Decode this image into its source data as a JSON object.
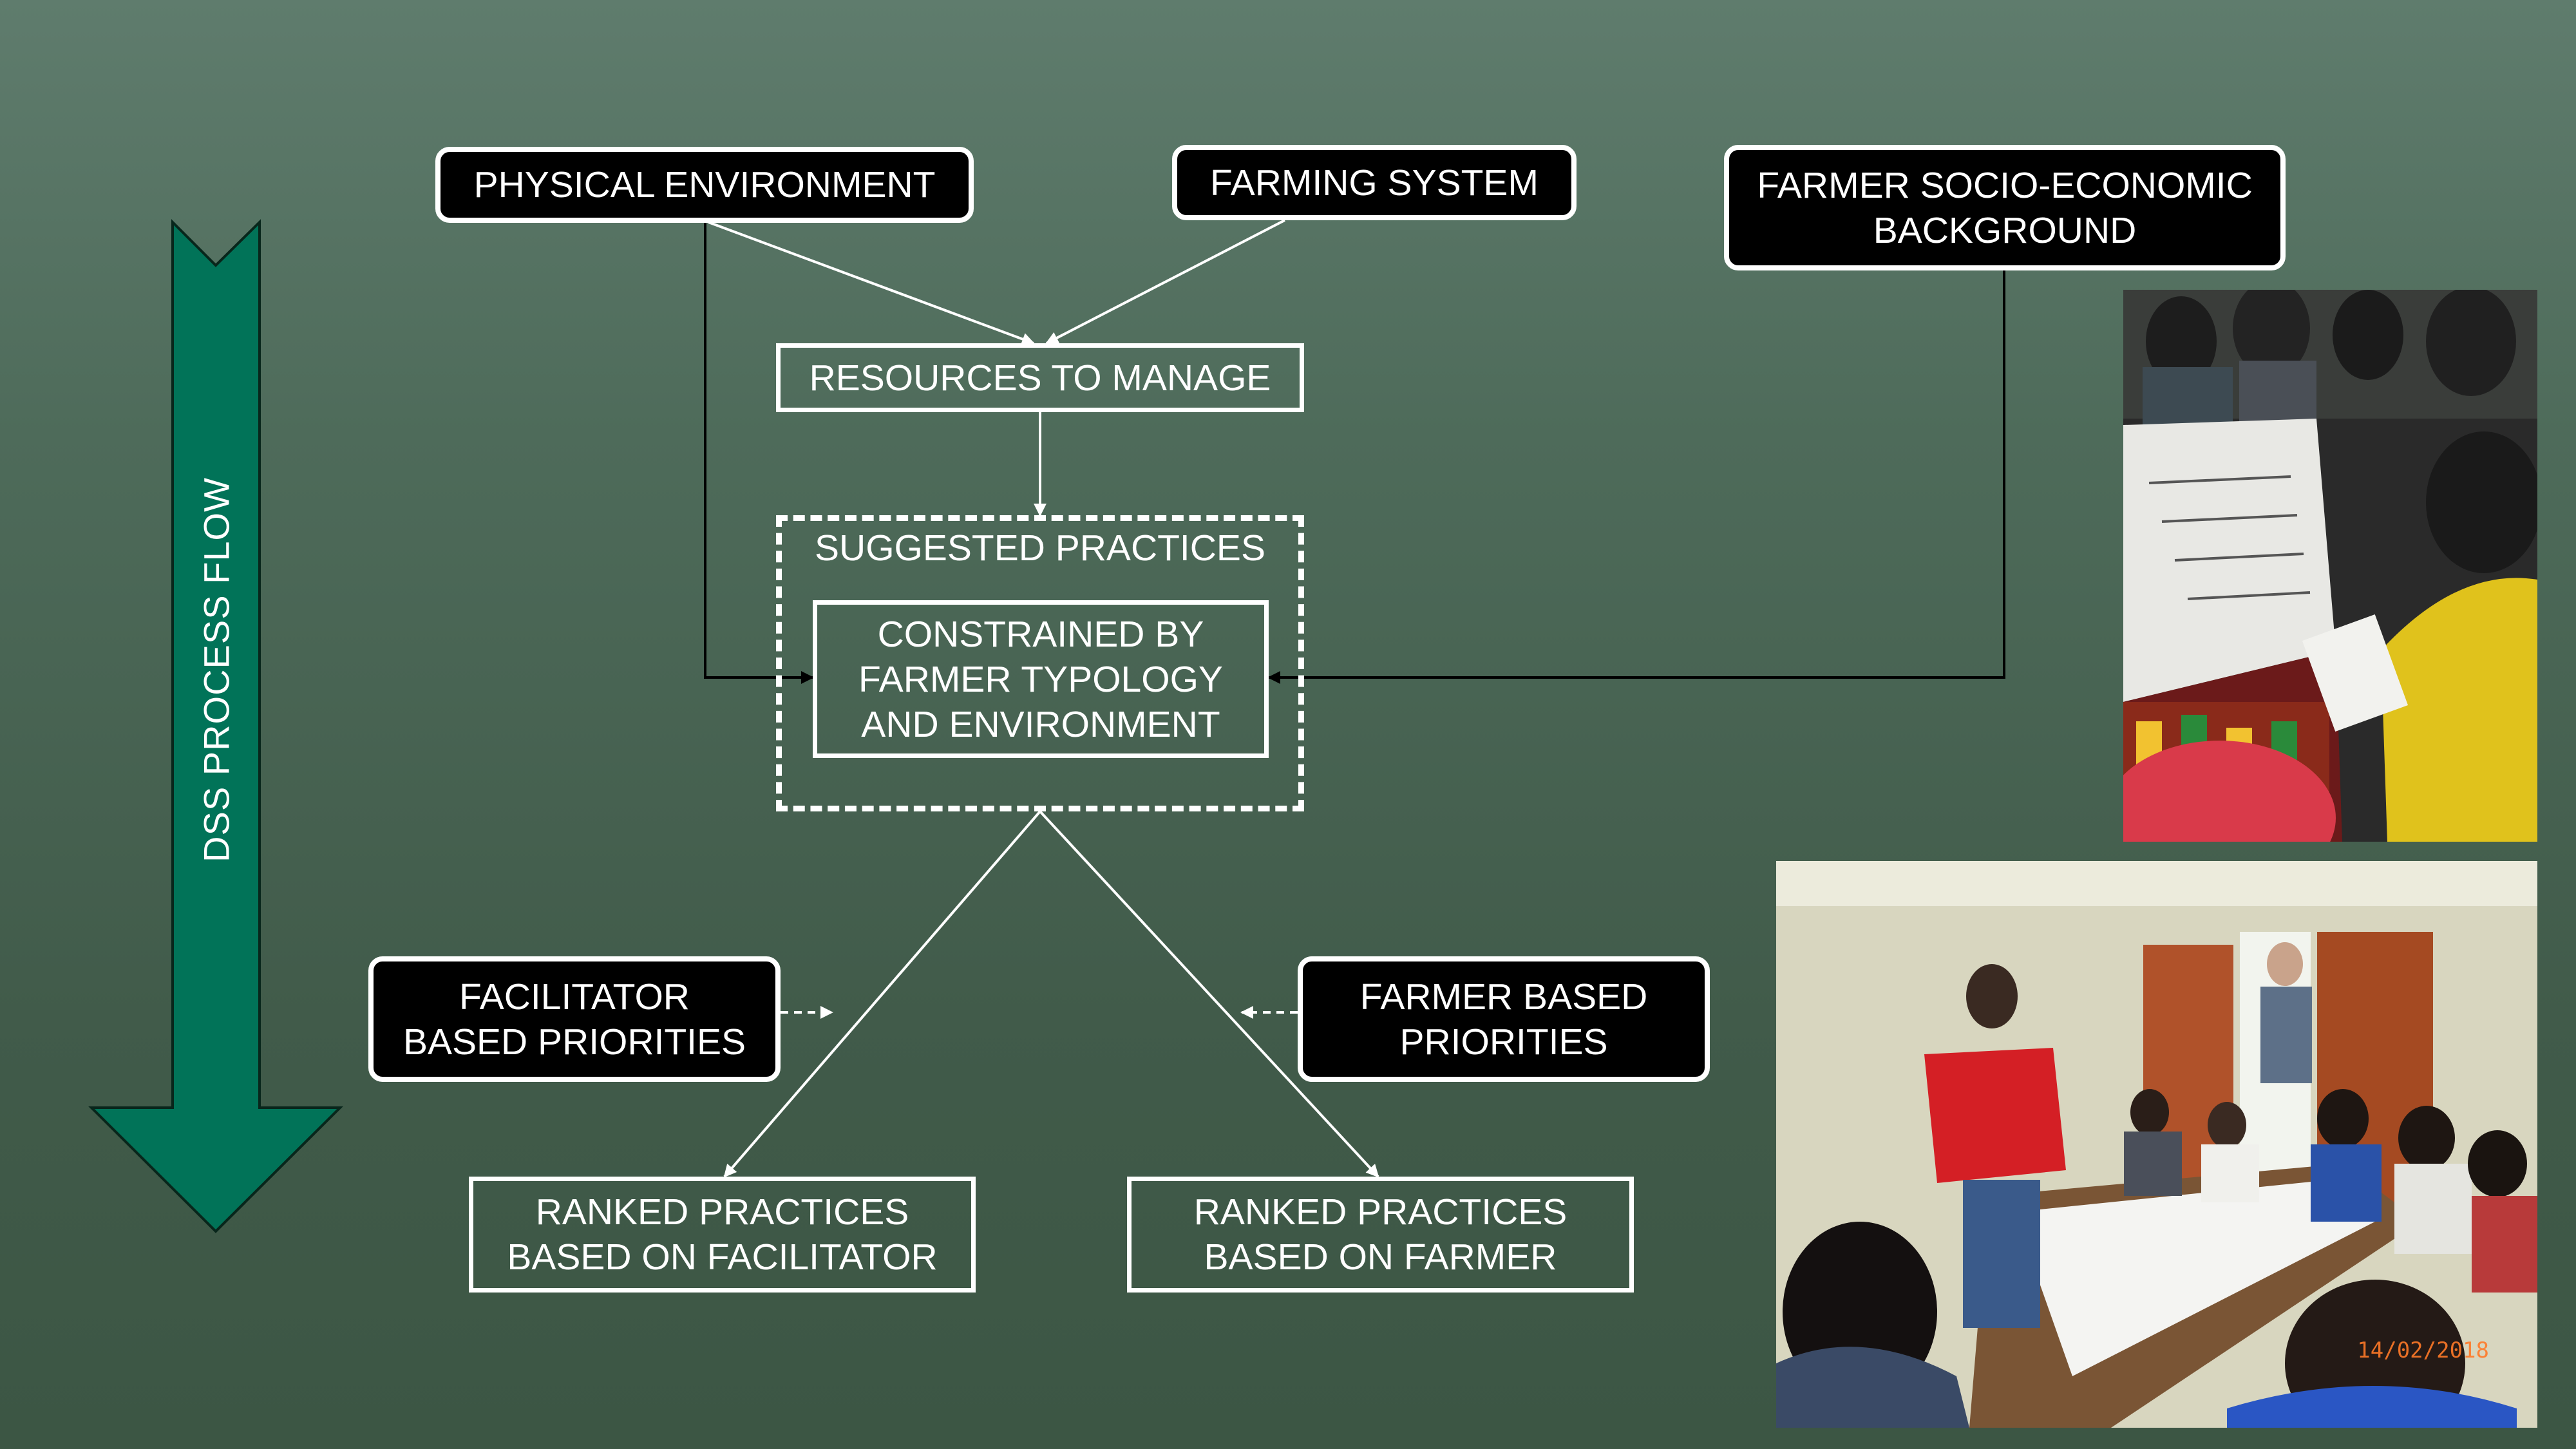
{
  "flow_label": "DSS PROCESS FLOW",
  "boxes": {
    "physical_environment": "PHYSICAL ENVIRONMENT",
    "farming_system": "FARMING SYSTEM",
    "farmer_socio_economic": "FARMER SOCIO-ECONOMIC\nBACKGROUND",
    "resources_to_manage": "RESOURCES TO MANAGE",
    "suggested_practices": "SUGGESTED PRACTICES",
    "constrained": "CONSTRAINED BY\nFARMER TYPOLOGY\nAND ENVIRONMENT",
    "facilitator_priorities": "FACILITATOR\nBASED PRIORITIES",
    "farmer_priorities": "FARMER BASED\nPRIORITIES",
    "ranked_facilitator": "RANKED PRACTICES\nBASED ON FACILITATOR",
    "ranked_farmer": "RANKED PRACTICES\nBASED ON FARMER"
  },
  "photo_bottom_stamp": "14/02/2018",
  "colors": {
    "background": "#4e6b5a",
    "flow_arrow": "#017358",
    "box_dark": "#000000",
    "stroke": "#ffffff"
  }
}
